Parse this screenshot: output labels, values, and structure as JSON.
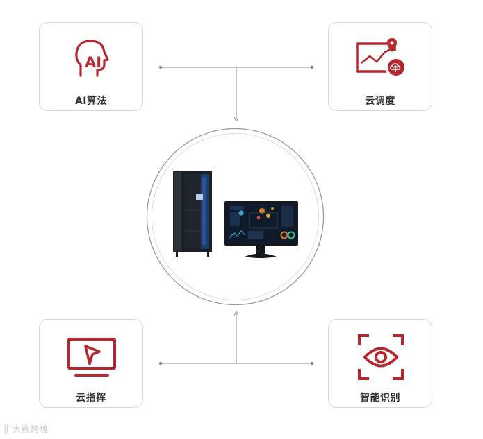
{
  "colors": {
    "accent": "#b7282e",
    "line": "#8a8a8a",
    "card_border": "#d9d9d9",
    "text": "#333333"
  },
  "cards": {
    "ai": {
      "label": "AI算法",
      "icon": "ai-head-icon"
    },
    "cloud_schedule": {
      "label": "云调度",
      "icon": "cloud-dispatch-chart-icon"
    },
    "cloud_command": {
      "label": "云指挥",
      "icon": "monitor-command-icon"
    },
    "smart_recognition": {
      "label": "智能识别",
      "icon": "eye-scan-icon"
    }
  },
  "hub": {
    "icon": "server-cabinet-and-monitor"
  },
  "watermark": {
    "text": "大数跨境"
  }
}
